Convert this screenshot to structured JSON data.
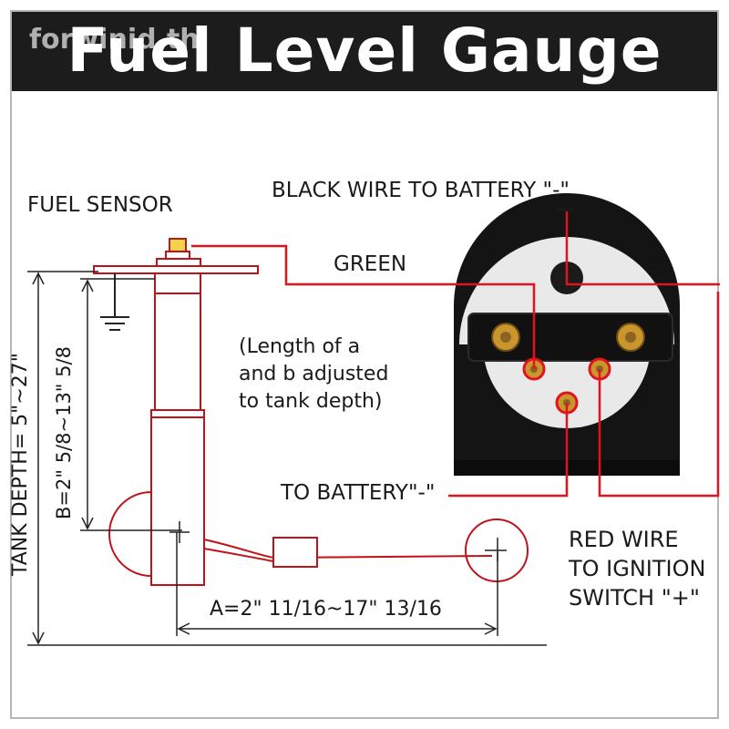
{
  "header": {
    "title": "Fuel Level Gauge",
    "watermark": "forwinid.th"
  },
  "labels": {
    "fuel_sensor": "FUEL SENSOR",
    "black_wire": "BLACK WIRE TO BATTERY \"-\"",
    "green": "GREEN",
    "to_battery": "TO BATTERY\"-\"",
    "red_wire_lines": [
      "RED WIRE",
      "TO IGNITION",
      "SWITCH \"+\""
    ],
    "note_lines": [
      "(Length of a",
      "and b adjusted",
      "to tank depth)"
    ]
  },
  "dimensions": {
    "tank_depth": "TANK DEPTH= 5\"~27\"",
    "b_range": "B=2\"  5/8~13\" 5/8",
    "a_range": "A=2\"  11/16~17\" 13/16"
  },
  "colors": {
    "wire_red": "#e0141e",
    "header_bg": "#1c1c1c",
    "gauge_body": "#141414",
    "terminal_brass": "#c9962e"
  }
}
